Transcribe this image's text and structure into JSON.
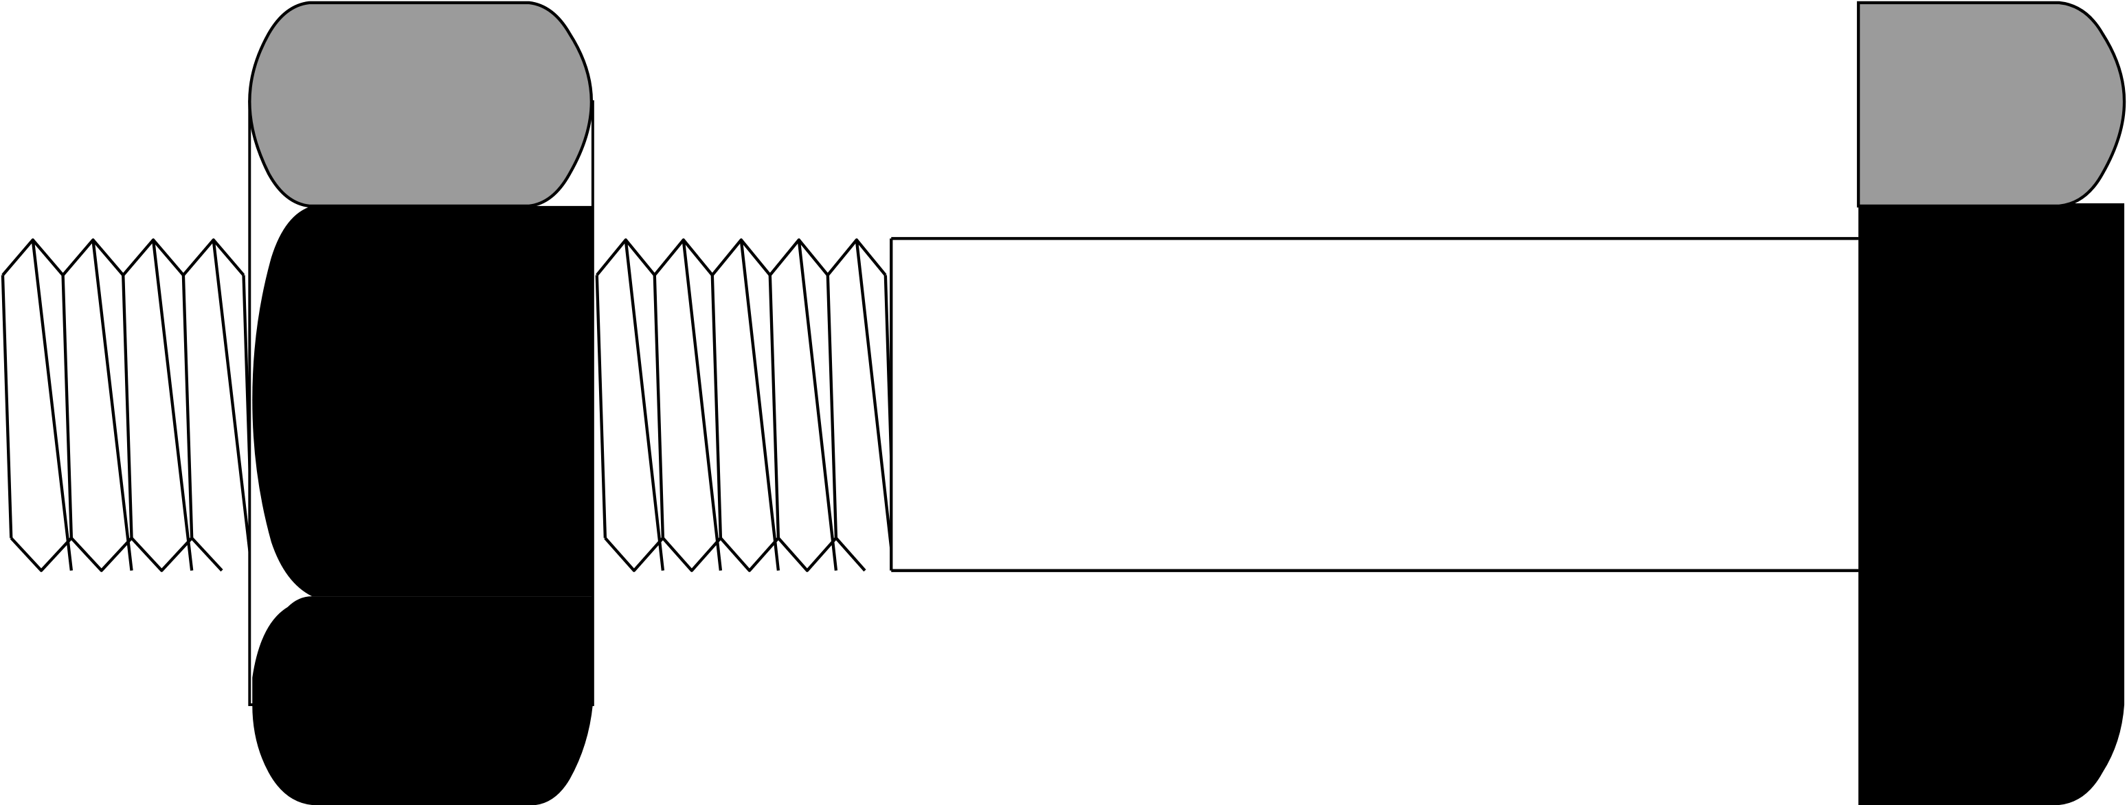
{
  "diagram": {
    "subject": "bolt-and-nut",
    "colors": {
      "face": "#9b9b9b",
      "body": "#000000",
      "outline": "#000000",
      "background": "#ffffff"
    },
    "left_thread_pitches": 4,
    "right_thread_pitches": 5
  }
}
